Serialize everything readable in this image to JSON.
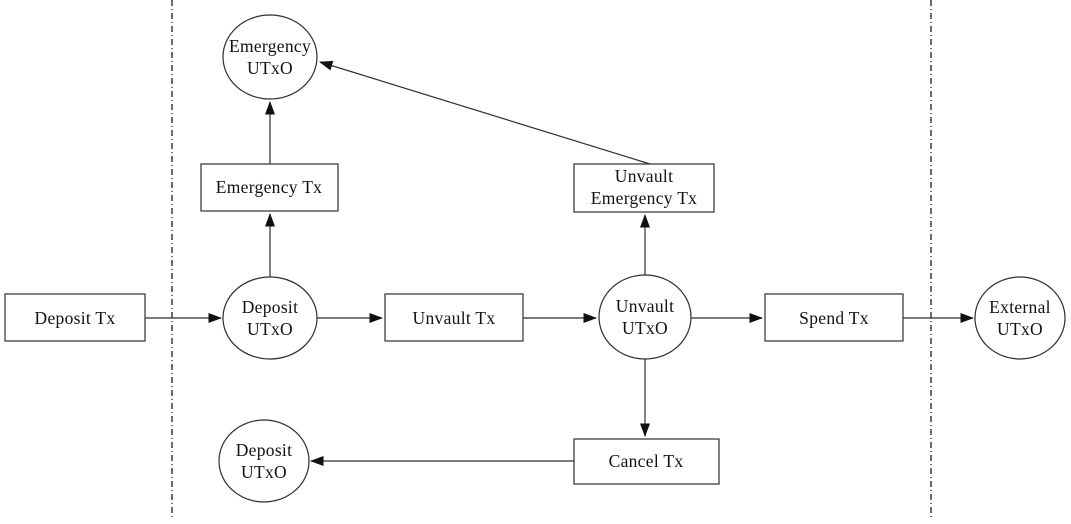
{
  "diagram": {
    "type": "flowchart",
    "description": "vault transaction flow",
    "colors": {
      "stroke": "#2e2e2e",
      "text": "#111111",
      "background": "#ffffff"
    },
    "nodes": {
      "deposit_tx": {
        "shape": "rect",
        "label": "Deposit Tx"
      },
      "deposit_utxo": {
        "shape": "circle",
        "lines": [
          "Deposit",
          "UTxO"
        ]
      },
      "emergency_tx": {
        "shape": "rect",
        "label": "Emergency Tx"
      },
      "emergency_utxo": {
        "shape": "circle",
        "lines": [
          "Emergency",
          "UTxO"
        ]
      },
      "unvault_tx": {
        "shape": "rect",
        "label": "Unvault Tx"
      },
      "unvault_utxo": {
        "shape": "circle",
        "lines": [
          "Unvault",
          "UTxO"
        ]
      },
      "unvault_emergency_tx": {
        "shape": "rect",
        "lines": [
          "Unvault",
          "Emergency Tx"
        ]
      },
      "spend_tx": {
        "shape": "rect",
        "label": "Spend Tx"
      },
      "external_utxo": {
        "shape": "circle",
        "lines": [
          "External",
          "UTxO"
        ]
      },
      "cancel_tx": {
        "shape": "rect",
        "label": "Cancel Tx"
      },
      "deposit_utxo_return": {
        "shape": "circle",
        "lines": [
          "Deposit",
          "UTxO"
        ]
      }
    },
    "edges": [
      {
        "from": "deposit_tx",
        "to": "deposit_utxo"
      },
      {
        "from": "deposit_utxo",
        "to": "emergency_tx"
      },
      {
        "from": "emergency_tx",
        "to": "emergency_utxo"
      },
      {
        "from": "deposit_utxo",
        "to": "unvault_tx"
      },
      {
        "from": "unvault_tx",
        "to": "unvault_utxo"
      },
      {
        "from": "unvault_utxo",
        "to": "unvault_emergency_tx"
      },
      {
        "from": "unvault_emergency_tx",
        "to": "emergency_utxo"
      },
      {
        "from": "unvault_utxo",
        "to": "spend_tx"
      },
      {
        "from": "spend_tx",
        "to": "external_utxo"
      },
      {
        "from": "unvault_utxo",
        "to": "cancel_tx"
      },
      {
        "from": "cancel_tx",
        "to": "deposit_utxo_return"
      }
    ],
    "boundaries": 2
  }
}
